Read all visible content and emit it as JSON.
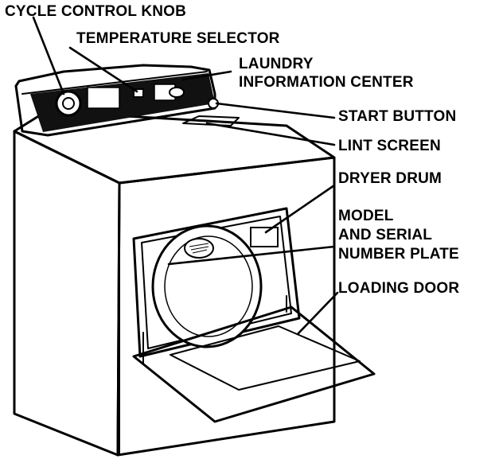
{
  "labels": {
    "cycle_control_knob": "CYCLE CONTROL KNOB",
    "temperature_selector": "TEMPERATURE SELECTOR",
    "laundry_information_center_line1": "LAUNDRY",
    "laundry_information_center_line2": "INFORMATION CENTER",
    "start_button": "START BUTTON",
    "lint_screen": "LINT SCREEN",
    "dryer_drum": "DRYER DRUM",
    "model_serial_line1": "MODEL",
    "model_serial_line2": "AND SERIAL",
    "model_serial_line3": "NUMBER PLATE",
    "loading_door": "LOADING DOOR"
  }
}
